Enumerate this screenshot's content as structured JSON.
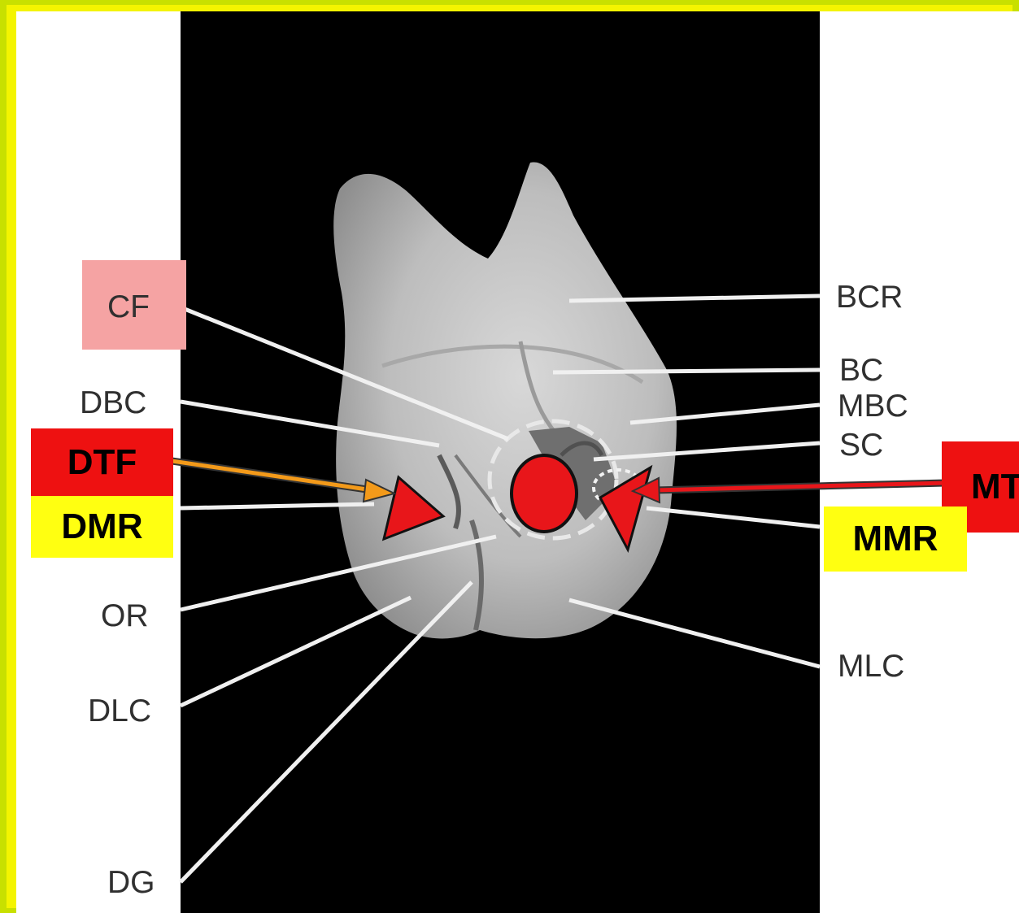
{
  "labels": {
    "cf": "CF",
    "dbc": "DBC",
    "or": "OR",
    "dlc": "DLC",
    "dg": "DG",
    "bcr": "BCR",
    "bc": "BC",
    "mbc": "MBC",
    "sc": "SC",
    "mlc": "MLC"
  },
  "callouts": {
    "dtf": "DTF",
    "dmr": "DMR",
    "mtf": "MT",
    "mmr": "MMR"
  },
  "colors": {
    "frame_outer": "#c8e000",
    "frame_inner": "#f4f400",
    "highlight_red": "#ee1111",
    "highlight_yellow": "#ffff11",
    "highlight_pink": "#f5a3a3",
    "arrow_orange": "#f39a1a",
    "marker_red": "#e8161a"
  }
}
